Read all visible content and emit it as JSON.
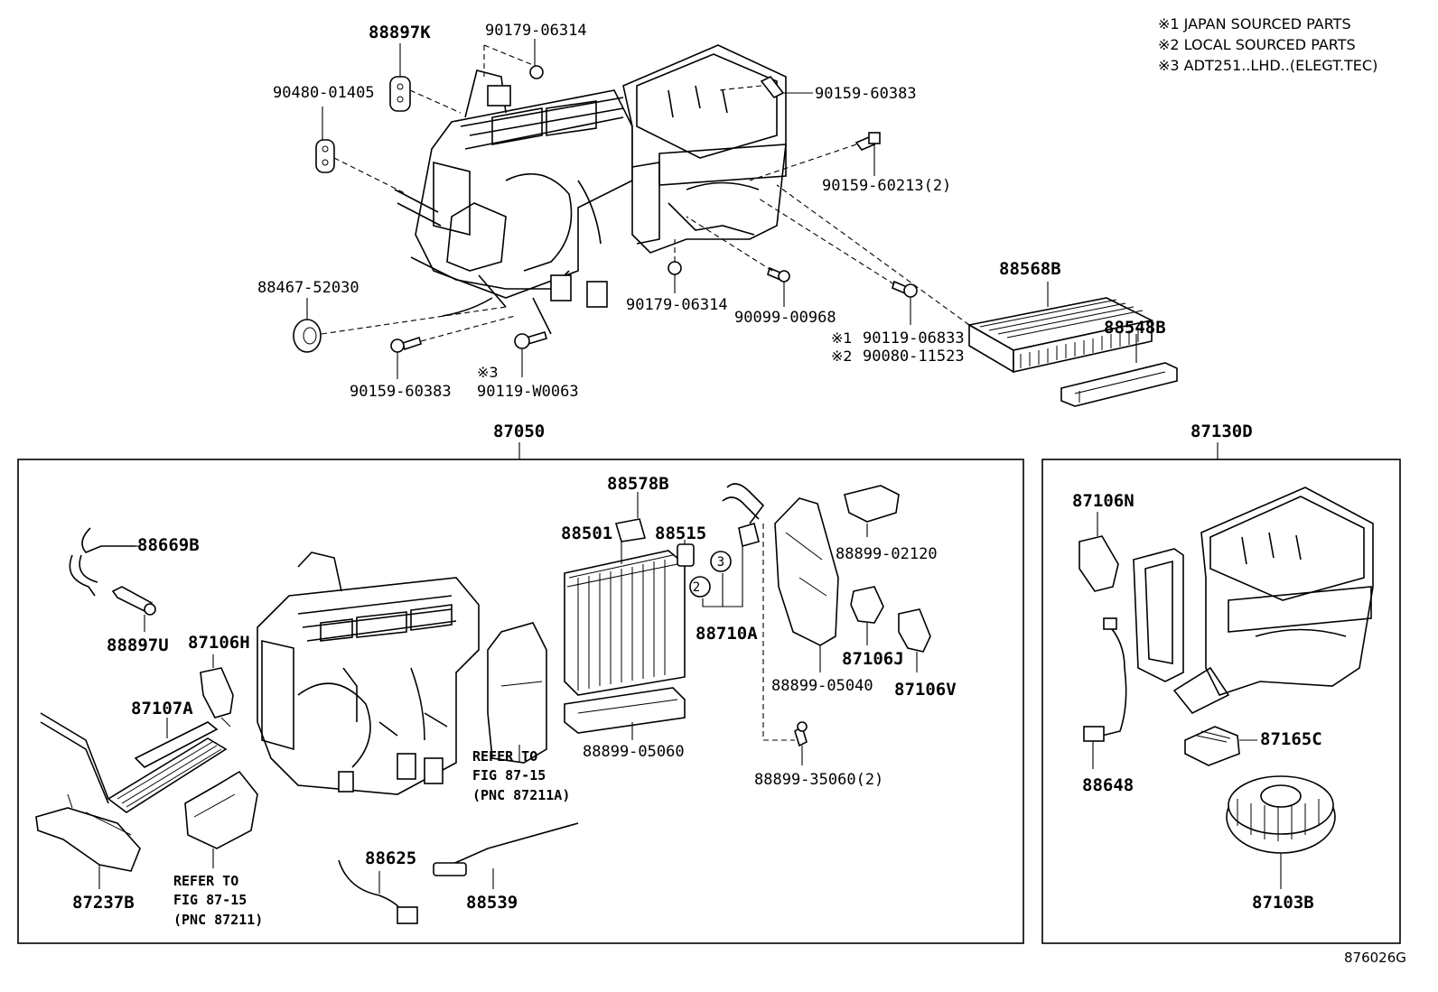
{
  "notes": [
    "※1 JAPAN SOURCED PARTS",
    "※2 LOCAL SOURCED PARTS",
    "※3 ADT251..LHD..(ELEGT.TEC)"
  ],
  "top_parts": {
    "p88897K": "88897K",
    "p90179_06314_top": "90179-06314",
    "p90480_01405": "90480-01405",
    "p90159_60383_right": "90159-60383",
    "p90159_60213": "90159-60213(2)",
    "p88467_52030": "88467-52030",
    "p90179_06314_mid": "90179-06314",
    "p90099_00968": "90099-00968",
    "p90119_06833_mark": "※1",
    "p90119_06833": "90119-06833",
    "p90080_11523_mark": "※2",
    "p90080_11523": "90080-11523",
    "p88568B": "88568B",
    "p88548B": "88548B",
    "p90159_60383_left": "90159-60383",
    "p90119_W0063_mark": "※3",
    "p90119_W0063": "90119-W0063"
  },
  "assembly_main": {
    "title": "87050",
    "parts": {
      "p88669B": "88669B",
      "p88897U": "88897U",
      "p87106H": "87106H",
      "p87107A": "87107A",
      "p87237B": "87237B",
      "p88578B": "88578B",
      "p88515": "88515",
      "p88501": "88501",
      "p88710A": "88710A",
      "p88899_05060": "88899-05060",
      "p88899_02120": "88899-02120",
      "p88899_05040": "88899-05040",
      "p87106J": "87106J",
      "p87106V": "87106V",
      "p88899_35060": "88899-35060(2)",
      "p88625": "88625",
      "p88539": "88539",
      "circle2": "2",
      "circle3": "3"
    },
    "refer1": [
      "REFER TO",
      "FIG 87-15",
      "(PNC 87211A)"
    ],
    "refer2": [
      "REFER TO",
      "FIG 87-15",
      "(PNC 87211)"
    ]
  },
  "assembly_blower": {
    "title": "87130D",
    "parts": {
      "p87106N": "87106N",
      "p87165C": "87165C",
      "p88648": "88648",
      "p87103B": "87103B"
    }
  },
  "figure_code": "876026G"
}
